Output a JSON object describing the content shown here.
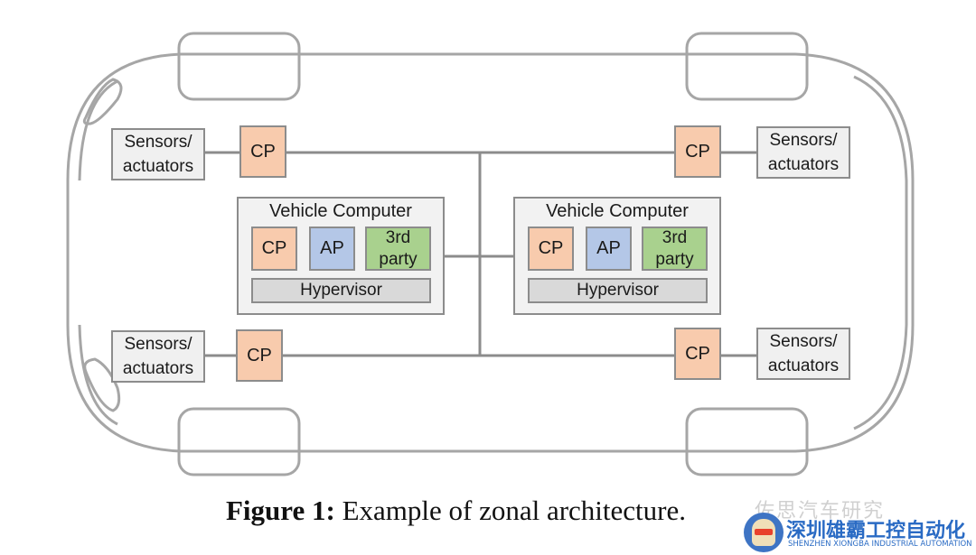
{
  "diagram": {
    "title": "Zonal architecture (vehicle top view)",
    "colors": {
      "outline": "#8c8c8c",
      "cp": "#f8cbad",
      "ap": "#b4c7e7",
      "third_party": "#a9d18e",
      "hypervisor": "#d9d9d9",
      "sensor": "#f0f0f0",
      "vehicle_computer": "#f2f2f2"
    },
    "zones": [
      {
        "position": "front-left",
        "sensor_label": "Sensors/\nactuators",
        "cp_label": "CP"
      },
      {
        "position": "front-right",
        "sensor_label": "Sensors/\nactuators",
        "cp_label": "CP"
      },
      {
        "position": "rear-left",
        "sensor_label": "Sensors/\nactuators",
        "cp_label": "CP"
      },
      {
        "position": "rear-right",
        "sensor_label": "Sensors/\nactuators",
        "cp_label": "CP"
      }
    ],
    "vehicle_computers": [
      {
        "title": "Vehicle Computer",
        "cp": "CP",
        "ap": "AP",
        "third_party": "3rd\nparty",
        "hypervisor": "Hypervisor"
      },
      {
        "title": "Vehicle Computer",
        "cp": "CP",
        "ap": "AP",
        "third_party": "3rd\nparty",
        "hypervisor": "Hypervisor"
      }
    ],
    "edges": [
      [
        "front-left sensors",
        "front-left CP"
      ],
      [
        "front-left CP",
        "backbone"
      ],
      [
        "front-right CP",
        "backbone"
      ],
      [
        "front-right CP",
        "front-right sensors"
      ],
      [
        "rear-left sensors",
        "rear-left CP"
      ],
      [
        "rear-left CP",
        "backbone"
      ],
      [
        "rear-right CP",
        "backbone"
      ],
      [
        "rear-right CP",
        "rear-right sensors"
      ],
      [
        "vehicle computer 1",
        "backbone"
      ],
      [
        "vehicle computer 2",
        "backbone"
      ]
    ]
  },
  "caption": {
    "label": "Figure 1:",
    "text": " Example of zonal architecture."
  },
  "watermark": {
    "line1": "佐思汽车研究",
    "line2": "深圳雄霸工控自动化",
    "line3": "SHENZHEN XIONGBA INDUSTRIAL AUTOMATION"
  }
}
